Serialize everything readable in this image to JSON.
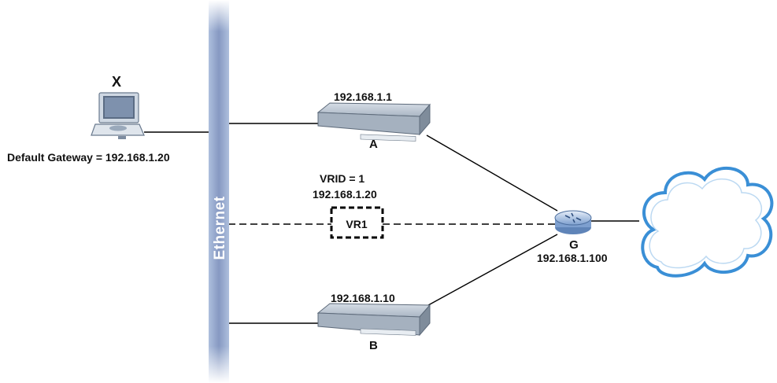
{
  "backbone": {
    "label": "Ethernet"
  },
  "host": {
    "name": "X",
    "default_gateway": "Default Gateway = 192.168.1.20"
  },
  "switches": [
    {
      "ip": "192.168.1.1",
      "name": "A"
    },
    {
      "ip": "192.168.1.10",
      "name": "B"
    }
  ],
  "virtual_router": {
    "vrid": "VRID = 1",
    "ip": "192.168.1.20",
    "name": "VR1"
  },
  "gateway_router": {
    "name": "G",
    "ip": "192.168.1.100"
  },
  "colors": {
    "ethernet_bar": "#8ea3c8",
    "switch_body": "#a7b4c3",
    "cloud_outline": "#3a8fd6",
    "router_body": "#9cb8de",
    "links": "#000000"
  },
  "icons": {
    "host": "desktop-computer-icon",
    "switch": "network-switch-icon",
    "router": "router-icon",
    "cloud": "internet-cloud-icon"
  }
}
